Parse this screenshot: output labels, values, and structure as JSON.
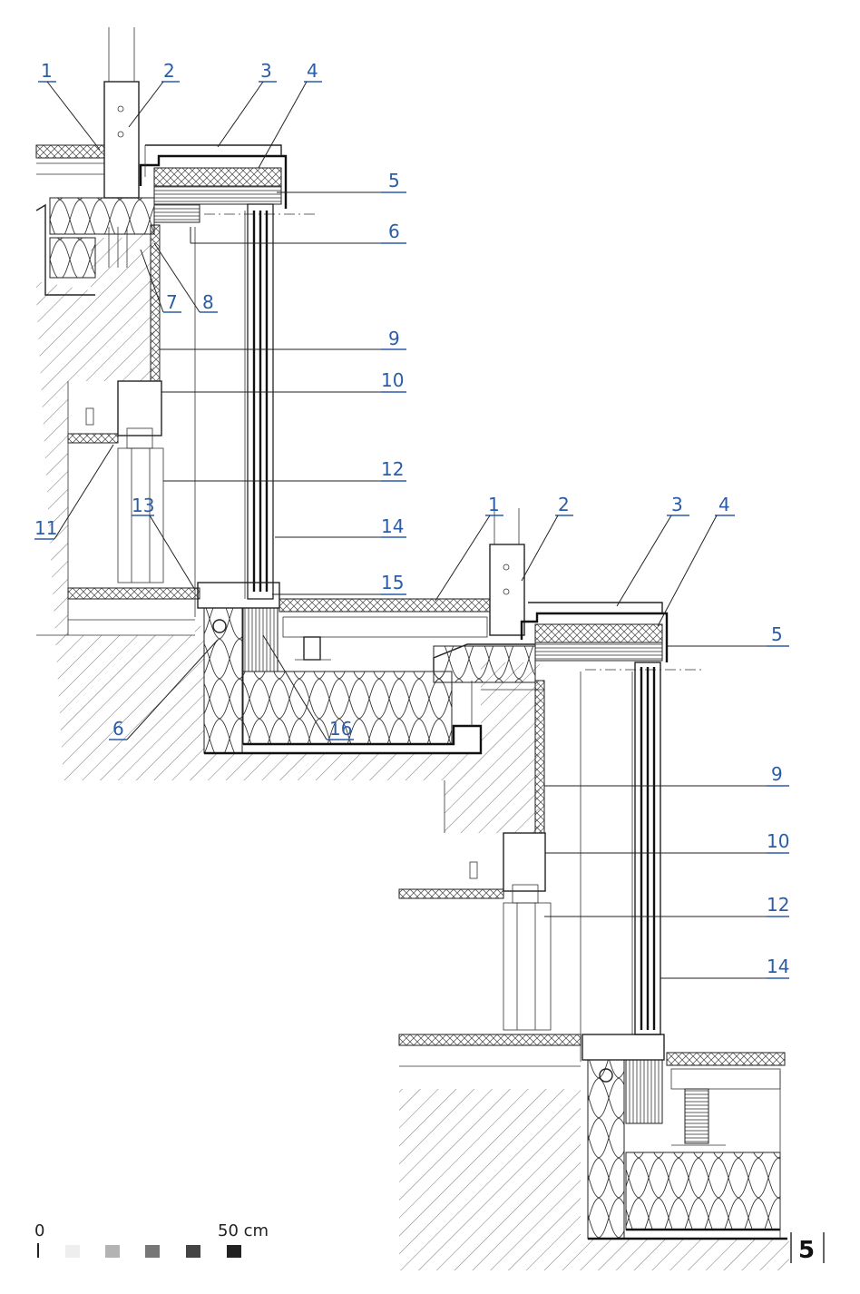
{
  "callouts_upper": [
    {
      "id": "c1",
      "label": "1"
    },
    {
      "id": "c2",
      "label": "2"
    },
    {
      "id": "c3",
      "label": "3"
    },
    {
      "id": "c4",
      "label": "4"
    },
    {
      "id": "c5",
      "label": "5"
    },
    {
      "id": "c6",
      "label": "6"
    },
    {
      "id": "c7",
      "label": "7"
    },
    {
      "id": "c8",
      "label": "8"
    },
    {
      "id": "c9",
      "label": "9"
    },
    {
      "id": "c10",
      "label": "10"
    },
    {
      "id": "c11",
      "label": "11"
    },
    {
      "id": "c12",
      "label": "12"
    },
    {
      "id": "c13",
      "label": "13"
    },
    {
      "id": "c14",
      "label": "14"
    },
    {
      "id": "c15",
      "label": "15"
    },
    {
      "id": "c16",
      "label": "16"
    },
    {
      "id": "c6b",
      "label": "6"
    }
  ],
  "callouts_lower": [
    {
      "id": "d1",
      "label": "1"
    },
    {
      "id": "d2",
      "label": "2"
    },
    {
      "id": "d3",
      "label": "3"
    },
    {
      "id": "d4",
      "label": "4"
    },
    {
      "id": "d5",
      "label": "5"
    },
    {
      "id": "d9",
      "label": "9"
    },
    {
      "id": "d10",
      "label": "10"
    },
    {
      "id": "d12",
      "label": "12"
    },
    {
      "id": "d14",
      "label": "14"
    }
  ],
  "scale_bar": {
    "start_label": "0",
    "end_label": "50 cm",
    "swatches": [
      "#eeeeee",
      "#b3b3b3",
      "#777777",
      "#444444",
      "#222222"
    ]
  },
  "page_number": "5",
  "colors": {
    "callout": "#2a5ca8",
    "line": "#222222",
    "hatch": "#555555"
  }
}
